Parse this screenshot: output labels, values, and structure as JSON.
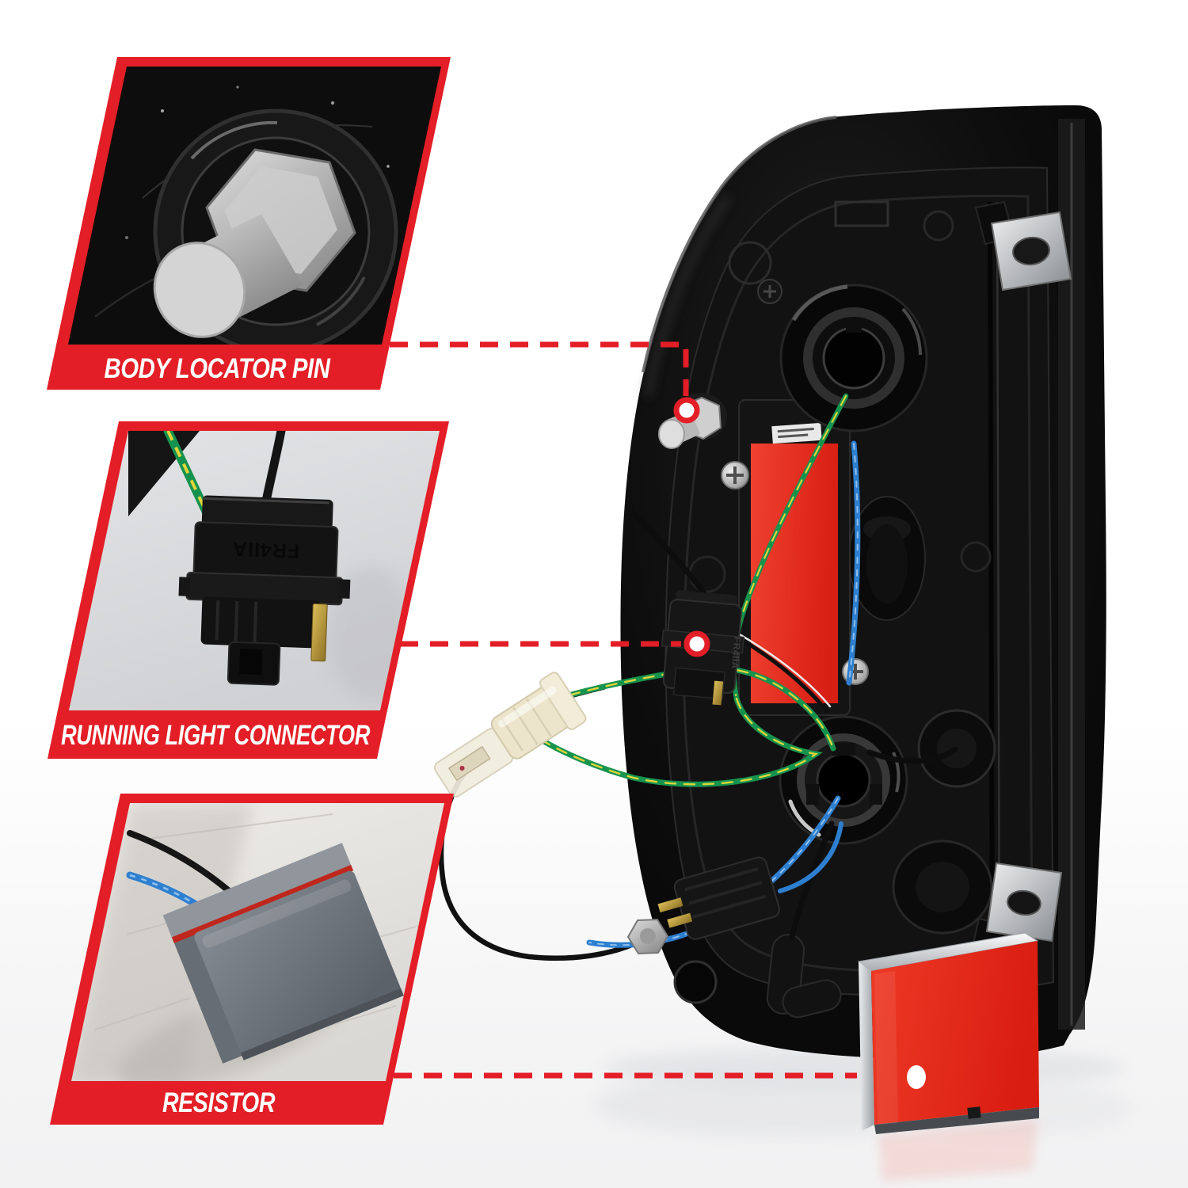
{
  "callouts": [
    {
      "id": "body-locator-pin",
      "label": "BODY LOCATOR PIN"
    },
    {
      "id": "running-light-connector",
      "label": "RUNNING LIGHT CONNECTOR"
    },
    {
      "id": "resistor",
      "label": "RESISTOR"
    }
  ],
  "part_markings": {
    "connector_mold_text": "FR4IIA"
  },
  "colors": {
    "accent_red": "#e31e26",
    "tape_red": "#e0281c",
    "wire_green": "#16944e",
    "wire_yellow": "#e0d43c",
    "wire_blue": "#2e7fd0",
    "metal_silver": "#c9c9c9",
    "background": "#ffffff",
    "floor": "#f3f3f4"
  }
}
